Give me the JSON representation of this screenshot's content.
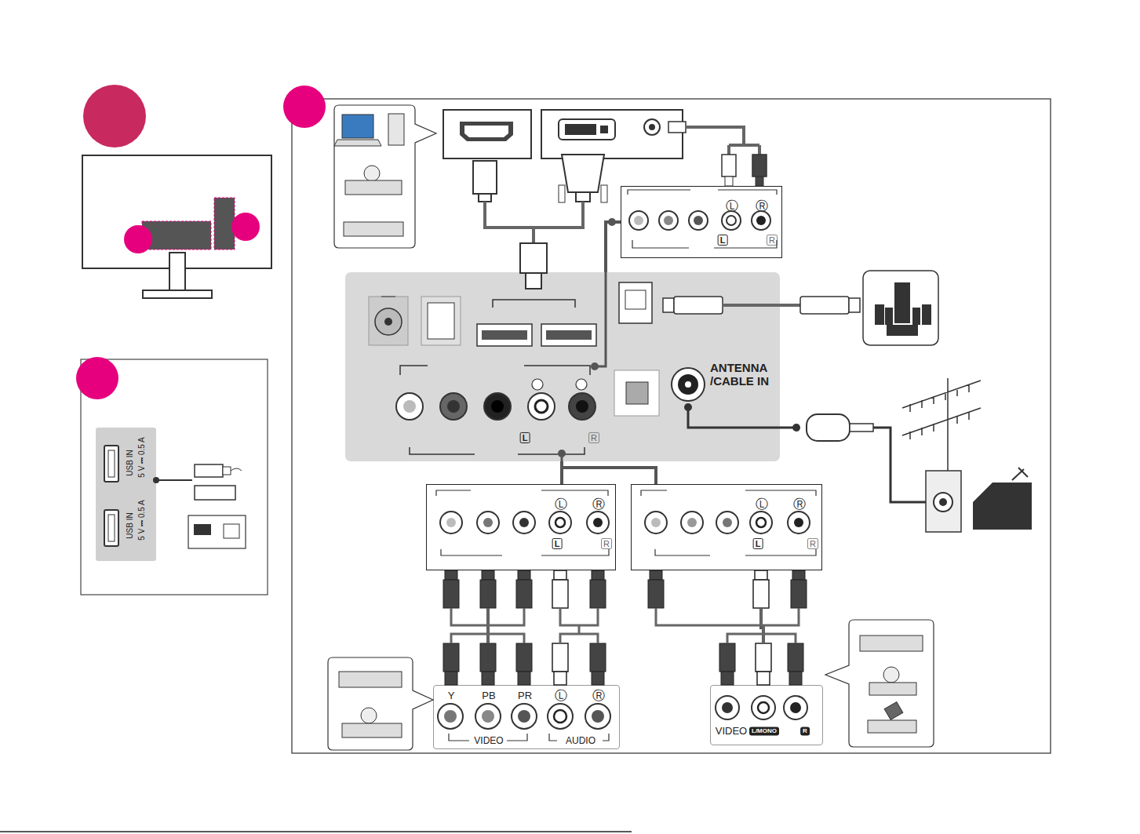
{
  "diagram": {
    "nodes": [
      {
        "text": [
          "USB IN",
          "5 V ⎓ 0.5 A",
          "USB IN",
          "5 V ⎓ 0.5 A"
        ]
      },
      {
        "text": [
          "Ⓛ",
          "Ⓡ",
          "L",
          "R"
        ]
      },
      {
        "text": [
          "ANTENNA /CABLE IN",
          "L",
          "R"
        ]
      },
      {
        "text": [
          "Ⓛ",
          "Ⓡ",
          "L",
          "R"
        ]
      },
      {
        "text": [
          "Ⓛ",
          "Ⓡ",
          "L",
          "R"
        ]
      },
      {
        "text": [
          "Y",
          "PB",
          "PR",
          "Ⓛ",
          "Ⓡ",
          "VIDEO",
          "AUDIO"
        ]
      },
      {
        "text": [
          "VIDEO",
          "L/MONO",
          "R"
        ]
      }
    ],
    "edges": [
      {
        "from": 2,
        "to": 1,
        "arrow": "none"
      },
      {
        "from": 2,
        "to": 3,
        "arrow": "none"
      },
      {
        "from": 2,
        "to": 4,
        "arrow": "none"
      },
      {
        "from": 3,
        "to": 5,
        "arrow": "none"
      },
      {
        "from": 4,
        "to": 6,
        "arrow": "none"
      }
    ]
  }
}
